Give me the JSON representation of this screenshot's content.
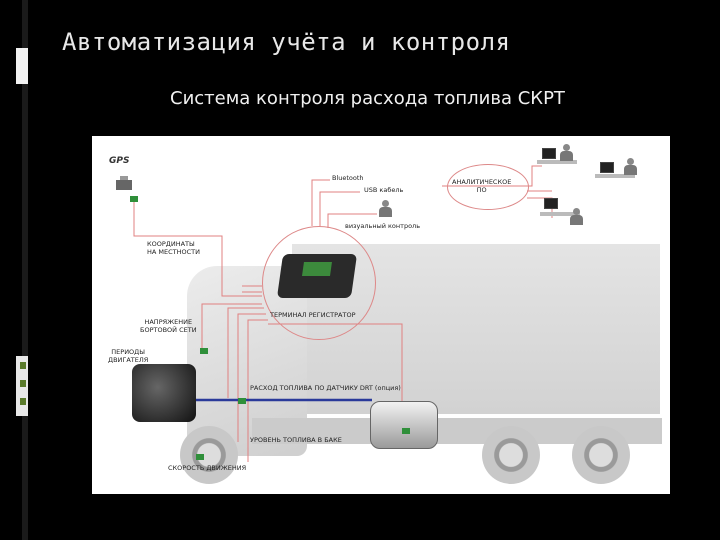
{
  "slide": {
    "title": "Автоматизация учёта и контроля",
    "subtitle": "Система контроля расхода топлива СКРТ"
  },
  "diagram": {
    "labels": {
      "gps": "GPS",
      "coords": "КООРДИНАТЫ\nНА МЕСТНОСТИ",
      "bluetooth": "Bluetooth",
      "usb": "USB кабель",
      "software": "АНАЛИТИЧЕСКОЕ\nПО",
      "visual": "визуальный контроль",
      "terminal": "ТЕРМИНАЛ РЕГИСТРАТОР",
      "voltage": "НАПРЯЖЕНИЕ\nБОРТОВОЙ СЕТИ",
      "engine": "ПЕРИОДЫ\nДВИГАТЕЛЯ",
      "fuel_flow": "РАСХОД ТОПЛИВА ПО ДАТЧИКУ DRT (опция)",
      "fuel_level": "УРОВЕНЬ ТОПЛИВА В БАКЕ",
      "speed": "СКОРОСТЬ ДВИЖЕНИЯ"
    },
    "colors": {
      "sensor": "#2f8f3a",
      "wire": "#e08080",
      "fuel_line": "#2a3a9a"
    }
  }
}
